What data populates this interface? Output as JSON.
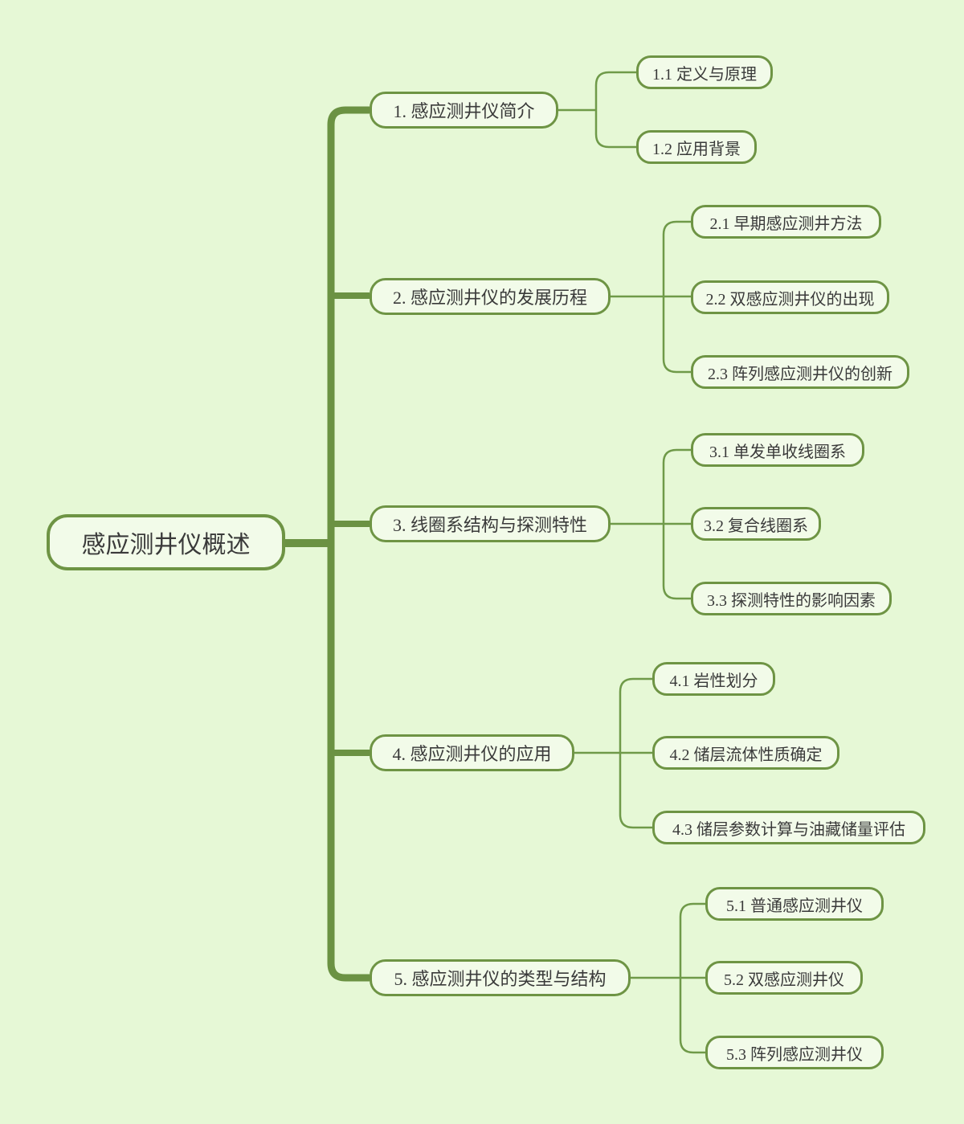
{
  "palette": {
    "background": "#e6f8d6",
    "node_fill": "#f2fbe9",
    "branch_line": "#6b9243",
    "connector_line": "#6f9a49",
    "node_border": "#6e9444",
    "text": "#3a3a3a"
  },
  "mindmap": {
    "root": {
      "label": "感应测井仪概述"
    },
    "branches": [
      {
        "label": "1. 感应测井仪简介",
        "children": [
          {
            "label": "1.1 定义与原理"
          },
          {
            "label": "1.2 应用背景"
          }
        ]
      },
      {
        "label": "2. 感应测井仪的发展历程",
        "children": [
          {
            "label": "2.1 早期感应测井方法"
          },
          {
            "label": "2.2 双感应测井仪的出现"
          },
          {
            "label": "2.3 阵列感应测井仪的创新"
          }
        ]
      },
      {
        "label": "3. 线圈系结构与探测特性",
        "children": [
          {
            "label": "3.1 单发单收线圈系"
          },
          {
            "label": "3.2 复合线圈系"
          },
          {
            "label": "3.3 探测特性的影响因素"
          }
        ]
      },
      {
        "label": "4. 感应测井仪的应用",
        "children": [
          {
            "label": "4.1 岩性划分"
          },
          {
            "label": "4.2 储层流体性质确定"
          },
          {
            "label": "4.3 储层参数计算与油藏储量评估"
          }
        ]
      },
      {
        "label": "5. 感应测井仪的类型与结构",
        "children": [
          {
            "label": "5.1 普通感应测井仪"
          },
          {
            "label": "5.2 双感应测井仪"
          },
          {
            "label": "5.3 阵列感应测井仪"
          }
        ]
      }
    ]
  }
}
